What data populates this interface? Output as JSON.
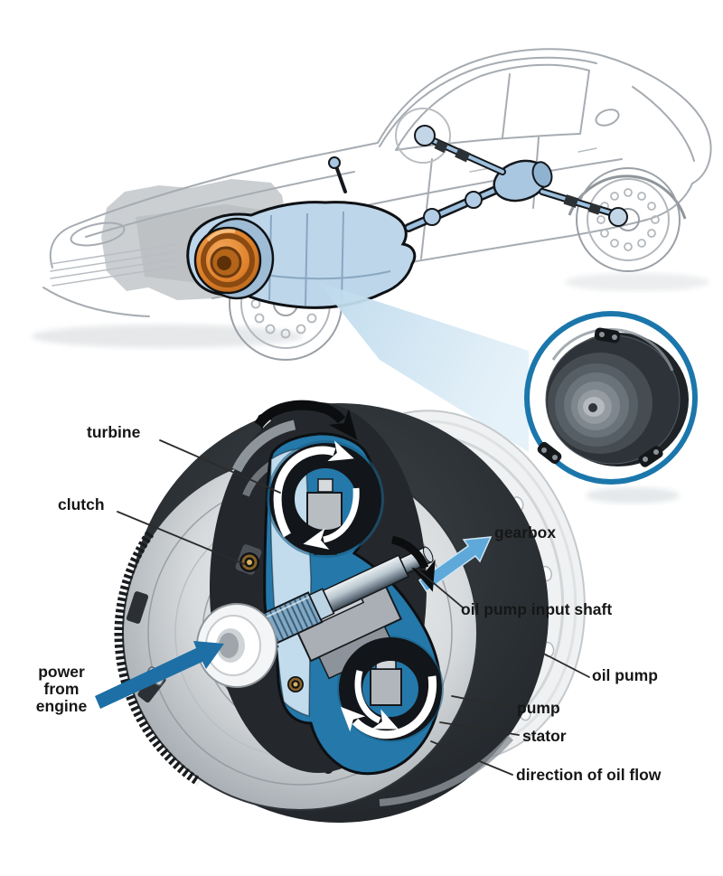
{
  "figure": {
    "title": "torque converter cutaway illustration",
    "scene": "sedan with drivetrain highlighted, magnified torque converter callout, sectioned torque converter"
  },
  "labels": {
    "turbine": "turbine",
    "clutch": "clutch",
    "gearbox": "gearbox",
    "oil_pump_input_shaft": "oil pump input shaft",
    "oil_pump": "oil pump",
    "pump": "pump",
    "stator": "stator",
    "direction_of_oil_flow": "direction of oil flow",
    "power_from_engine": "power from engine"
  },
  "colors": {
    "callout_ring_blue": "#1b77ab",
    "cutaway_blue": "#2478aa",
    "cutaway_blue_light": "#c2dcee",
    "power_arrow_blue": "#1d6fa6",
    "gearbox_arrow_blue": "#5ea9d9",
    "beam_blue": "#cfe4f2",
    "converter_orange": "#e0812a",
    "label_text": "#161616",
    "leader_line": "#2b2b2b"
  }
}
